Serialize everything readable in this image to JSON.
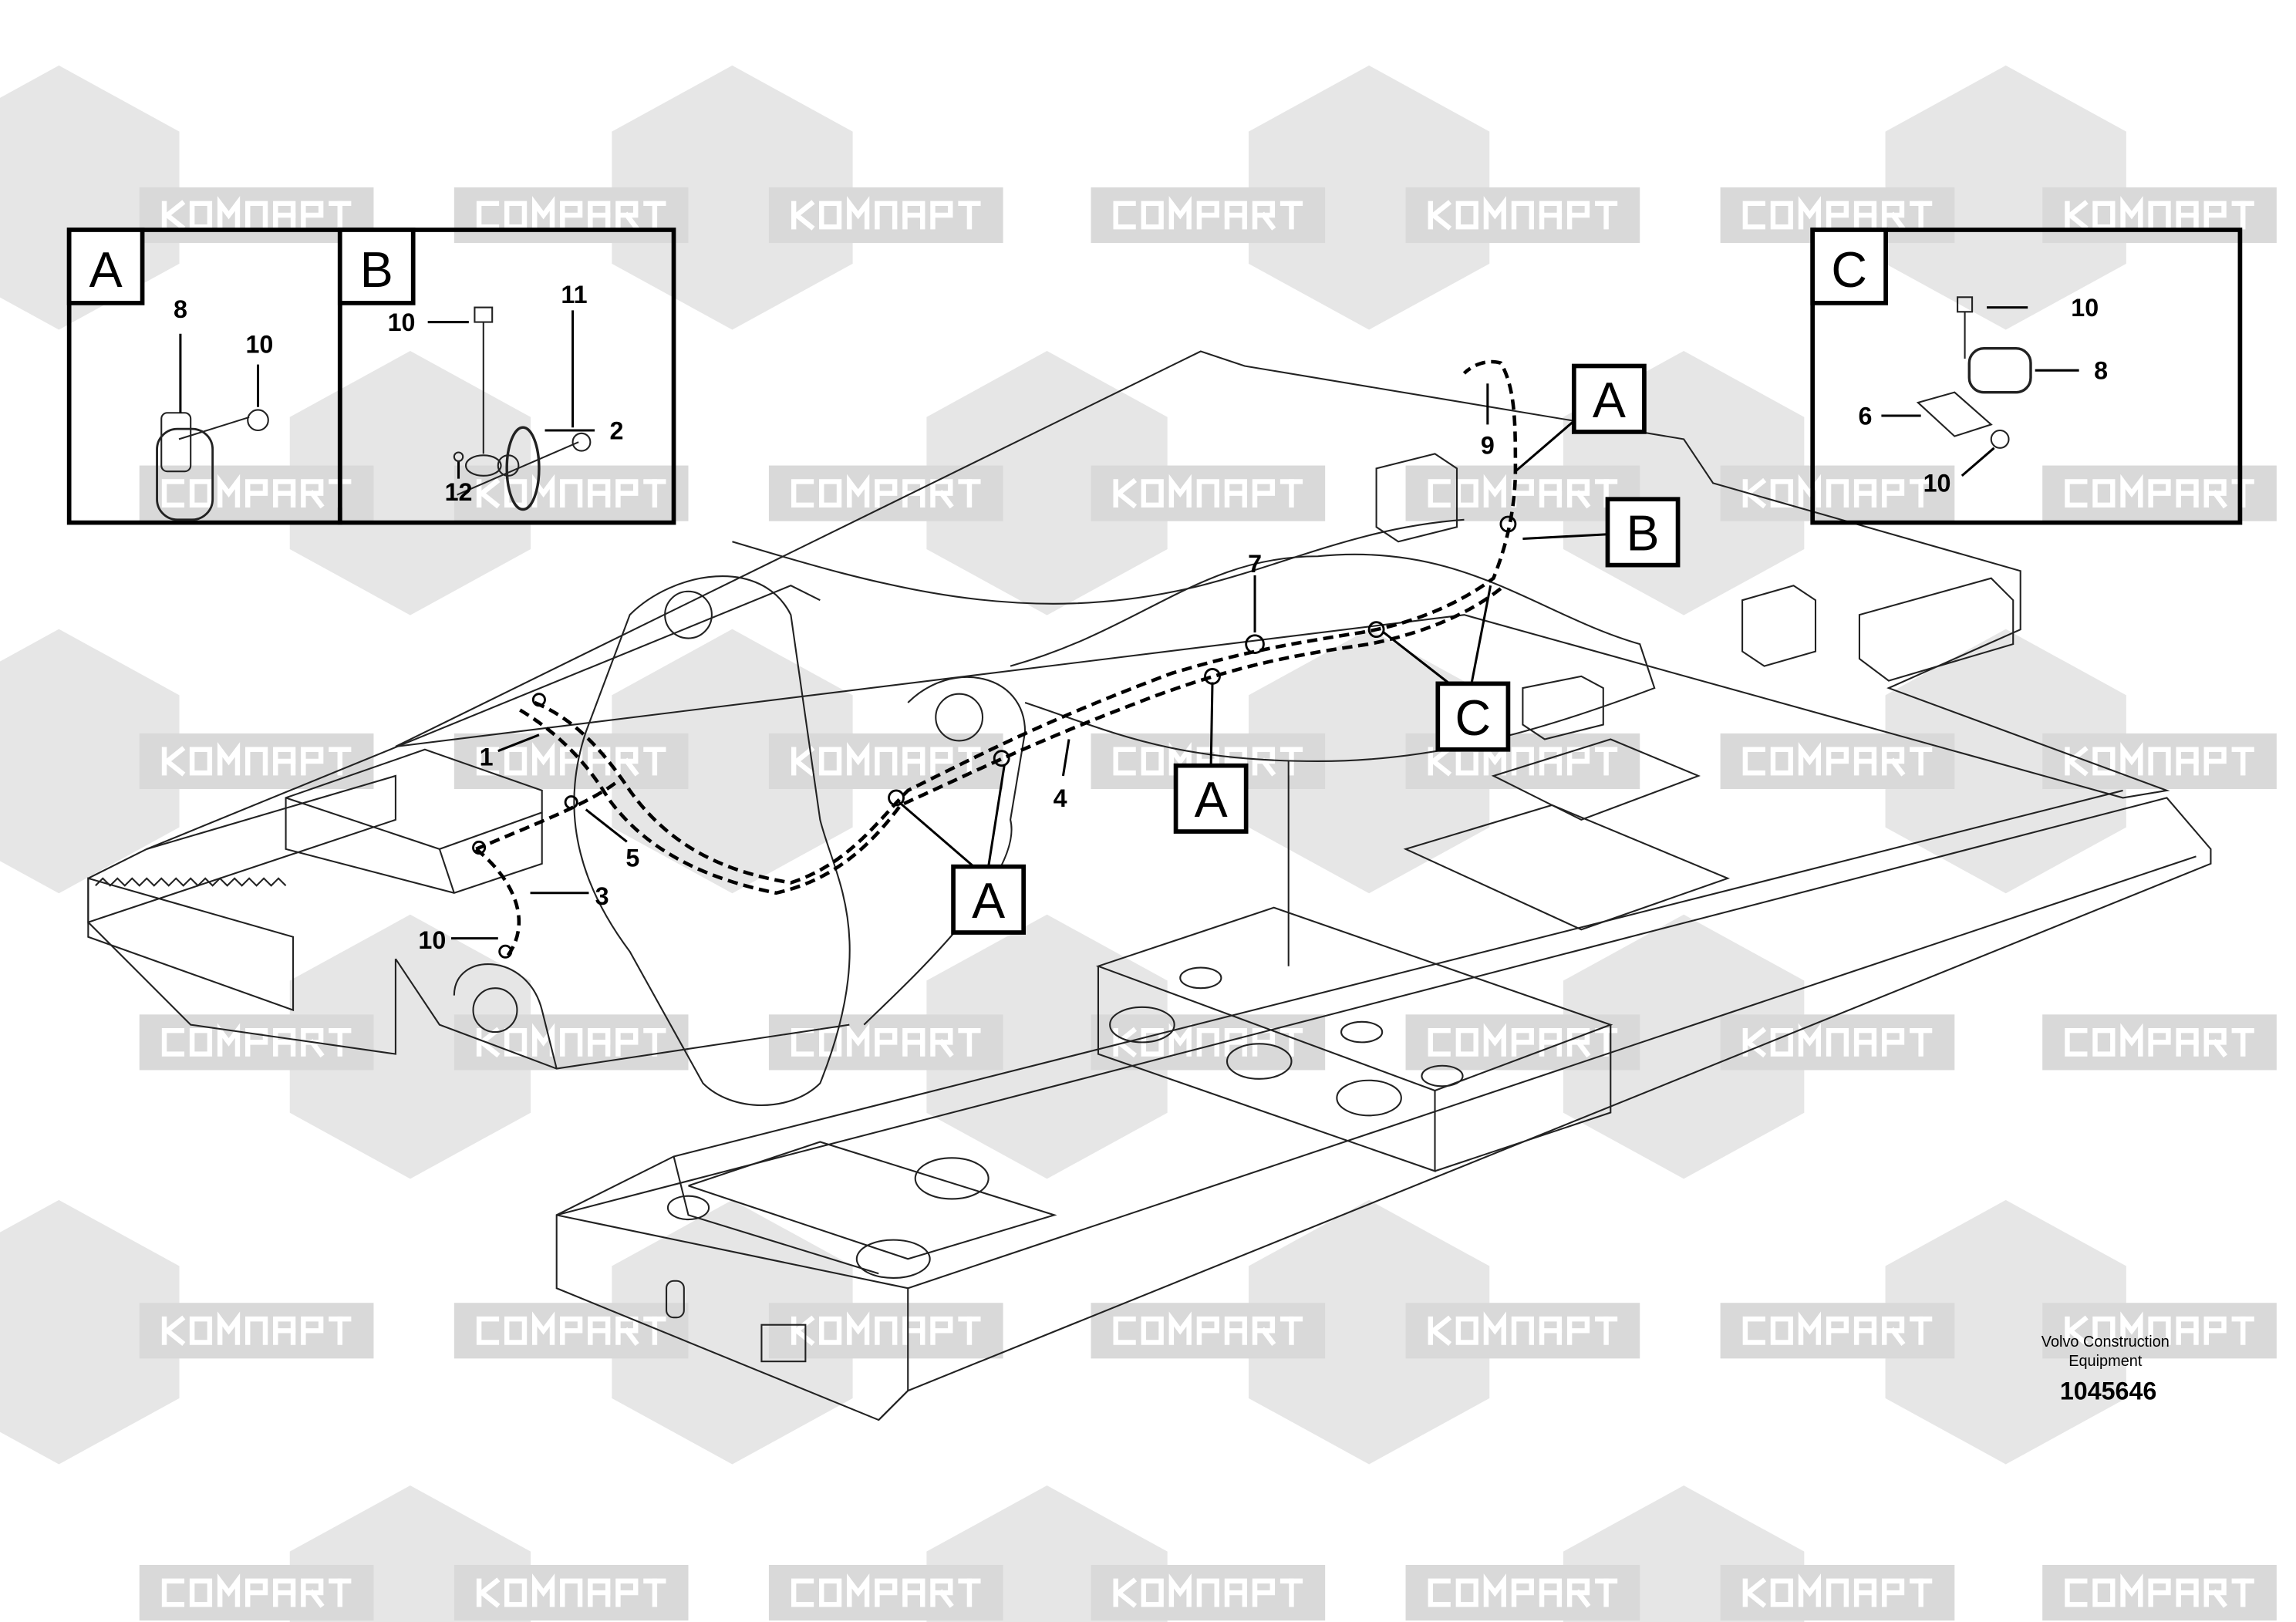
{
  "watermark": {
    "text_cyrillic": "КОМПАРТ",
    "text_latin": "COMPART"
  },
  "insets": {
    "A": {
      "label": "A",
      "callouts": [
        "8",
        "10"
      ]
    },
    "B": {
      "label": "B",
      "callouts": [
        "10",
        "11",
        "2",
        "12"
      ]
    },
    "C": {
      "label": "C",
      "callouts": [
        "10",
        "8",
        "6",
        "10"
      ]
    }
  },
  "main_callouts": {
    "view_labels": [
      "A",
      "B",
      "C",
      "A",
      "A"
    ],
    "part_numbers": [
      "9",
      "7",
      "1",
      "4",
      "5",
      "3",
      "10"
    ]
  },
  "footer": {
    "company_line1": "Volvo Construction",
    "company_line2": "Equipment",
    "drawing_number": "1045646"
  }
}
